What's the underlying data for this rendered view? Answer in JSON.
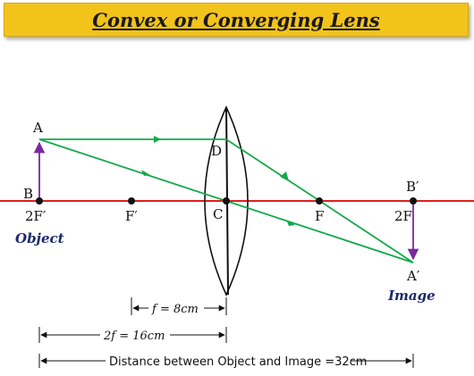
{
  "title": "Convex or Converging Lens",
  "labels": {
    "A": "A",
    "B": "B",
    "D": "D",
    "C": "C",
    "F_right": "F",
    "F_left": "F′",
    "twoF_left": "2F′",
    "twoF_right": "2F",
    "B_prime": "B′",
    "A_prime": "A′",
    "object": "Object",
    "image": "Image"
  },
  "dimensions": {
    "focal": "f = 8cm",
    "twice_focal": "2f = 16cm",
    "distance": "Distance between Object and Image =32cm"
  },
  "colors": {
    "axis": "#e0201c",
    "ray": "#14a84a",
    "object_arrow": "#7a2aa0",
    "image_arrow": "#7a2aa0",
    "banner": "#f2c31a"
  }
}
